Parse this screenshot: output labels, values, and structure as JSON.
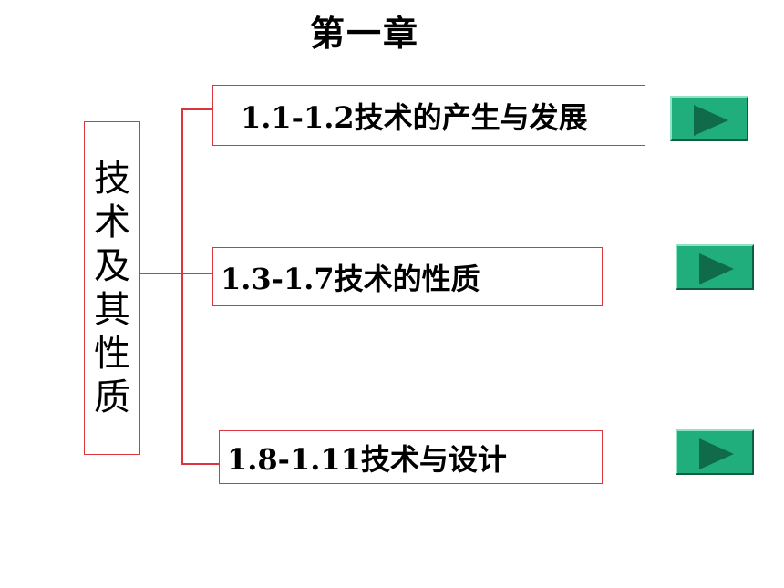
{
  "title": "第一章",
  "main_topic": [
    "技",
    "术",
    "及",
    "其",
    "性",
    "质"
  ],
  "topics": [
    {
      "label": "1.1-1.2技术的产生与发展"
    },
    {
      "label": "1.3-1.7技术的性质"
    },
    {
      "label": "1.8-1.11技术与设计"
    }
  ],
  "colors": {
    "border": "#d9363e",
    "button": "#1fae7c",
    "arrow": "#0f6b4a"
  },
  "icons": {
    "play": "play-icon"
  }
}
